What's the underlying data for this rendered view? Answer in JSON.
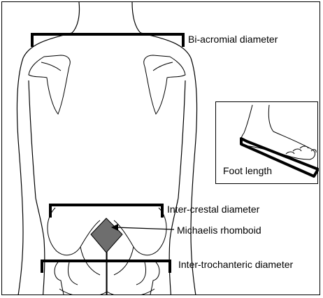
{
  "labels": {
    "biacromial": "Bi-acromial diameter",
    "foot_length": "Foot length",
    "intercrestal": "Inter-crestal diameter",
    "michaelis": "Michaelis rhomboid",
    "intertrochanteric": "Inter-trochanteric diameter"
  },
  "colors": {
    "outline": "#000000",
    "rhomboid_fill": "#6e6e6e",
    "background": "#ffffff"
  }
}
